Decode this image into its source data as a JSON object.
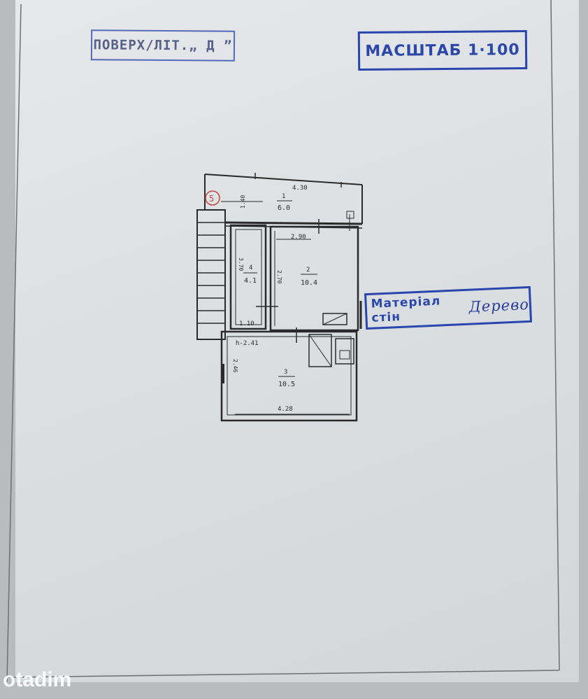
{
  "stamps": {
    "floor": "ПОВЕРХ/ЛІТ.„ Д ”",
    "scale": "МАСШТАБ  1·100",
    "wall_label": "Матеріал стін",
    "wall_value": "Дерево"
  },
  "plan": {
    "marker": "5",
    "rooms": [
      {
        "number": "1",
        "area": "6.0"
      },
      {
        "number": "2",
        "area": "10.4"
      },
      {
        "number": "4",
        "area": "4.1"
      },
      {
        "number": "3",
        "area": "10.5"
      }
    ],
    "dimensions": {
      "top_width": "4.30",
      "room1_height": "1.40",
      "room2_width": "2.90",
      "left_height": "3.70",
      "room4_width": "1.10",
      "room2_height": "2.70",
      "ceiling_height": "h-2.41",
      "room3_height": "2.46",
      "room3_width": "4.28"
    }
  },
  "watermark": "otadim"
}
